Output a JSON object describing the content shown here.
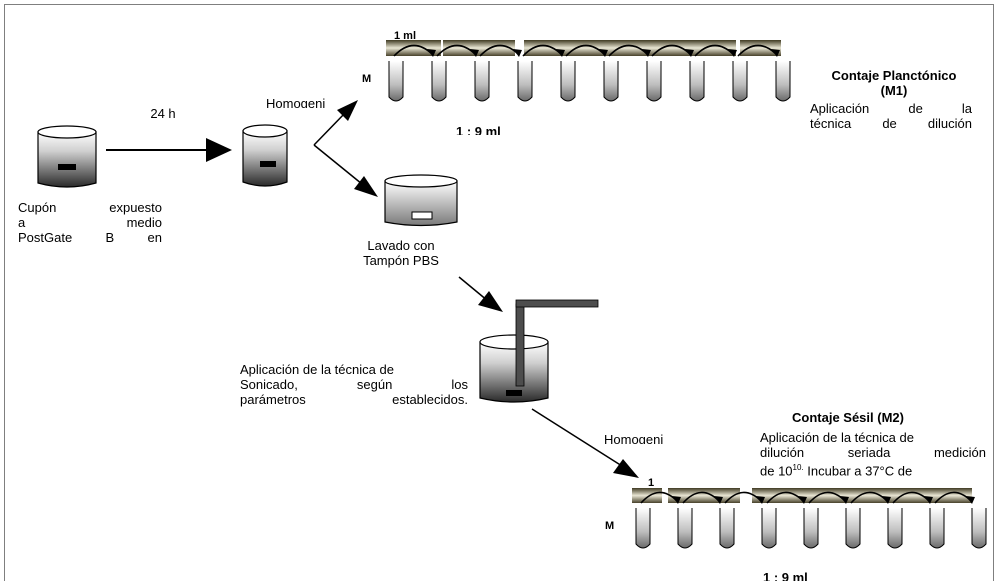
{
  "labels": {
    "coupon": [
      "Cupón expuesto",
      "a medio",
      "PostGate B en"
    ],
    "time": "24 h",
    "homogen_top": "Homogeni",
    "vol_top": "1 ml",
    "m_top": "M",
    "dil_top": "1 : 9 ml",
    "planktonic_title": "Contaje Planctónico",
    "planktonic_code": "(M1)",
    "planktonic_desc": [
      "Aplicación de la",
      "técnica de dilución"
    ],
    "wash": [
      "Lavado con",
      "Tampón PBS"
    ],
    "sonic": [
      "Aplicación de la técnica de",
      "Sonicado, según los",
      "parámetros establecidos."
    ],
    "homogen_bottom": "Homogeni",
    "vol_bottom": "1",
    "m_bottom": "M",
    "dil_bottom": "1 : 9 ml",
    "sessile_title": "Contaje Sésil (M2)",
    "sessile_desc_1": "Aplicación de la técnica de",
    "sessile_desc_2": "dilución seriada medición",
    "sessile_desc_3_pre": "de 10",
    "sessile_desc_3_sup": "10.",
    "sessile_desc_3_post": " Incubar a 37°C de"
  }
}
